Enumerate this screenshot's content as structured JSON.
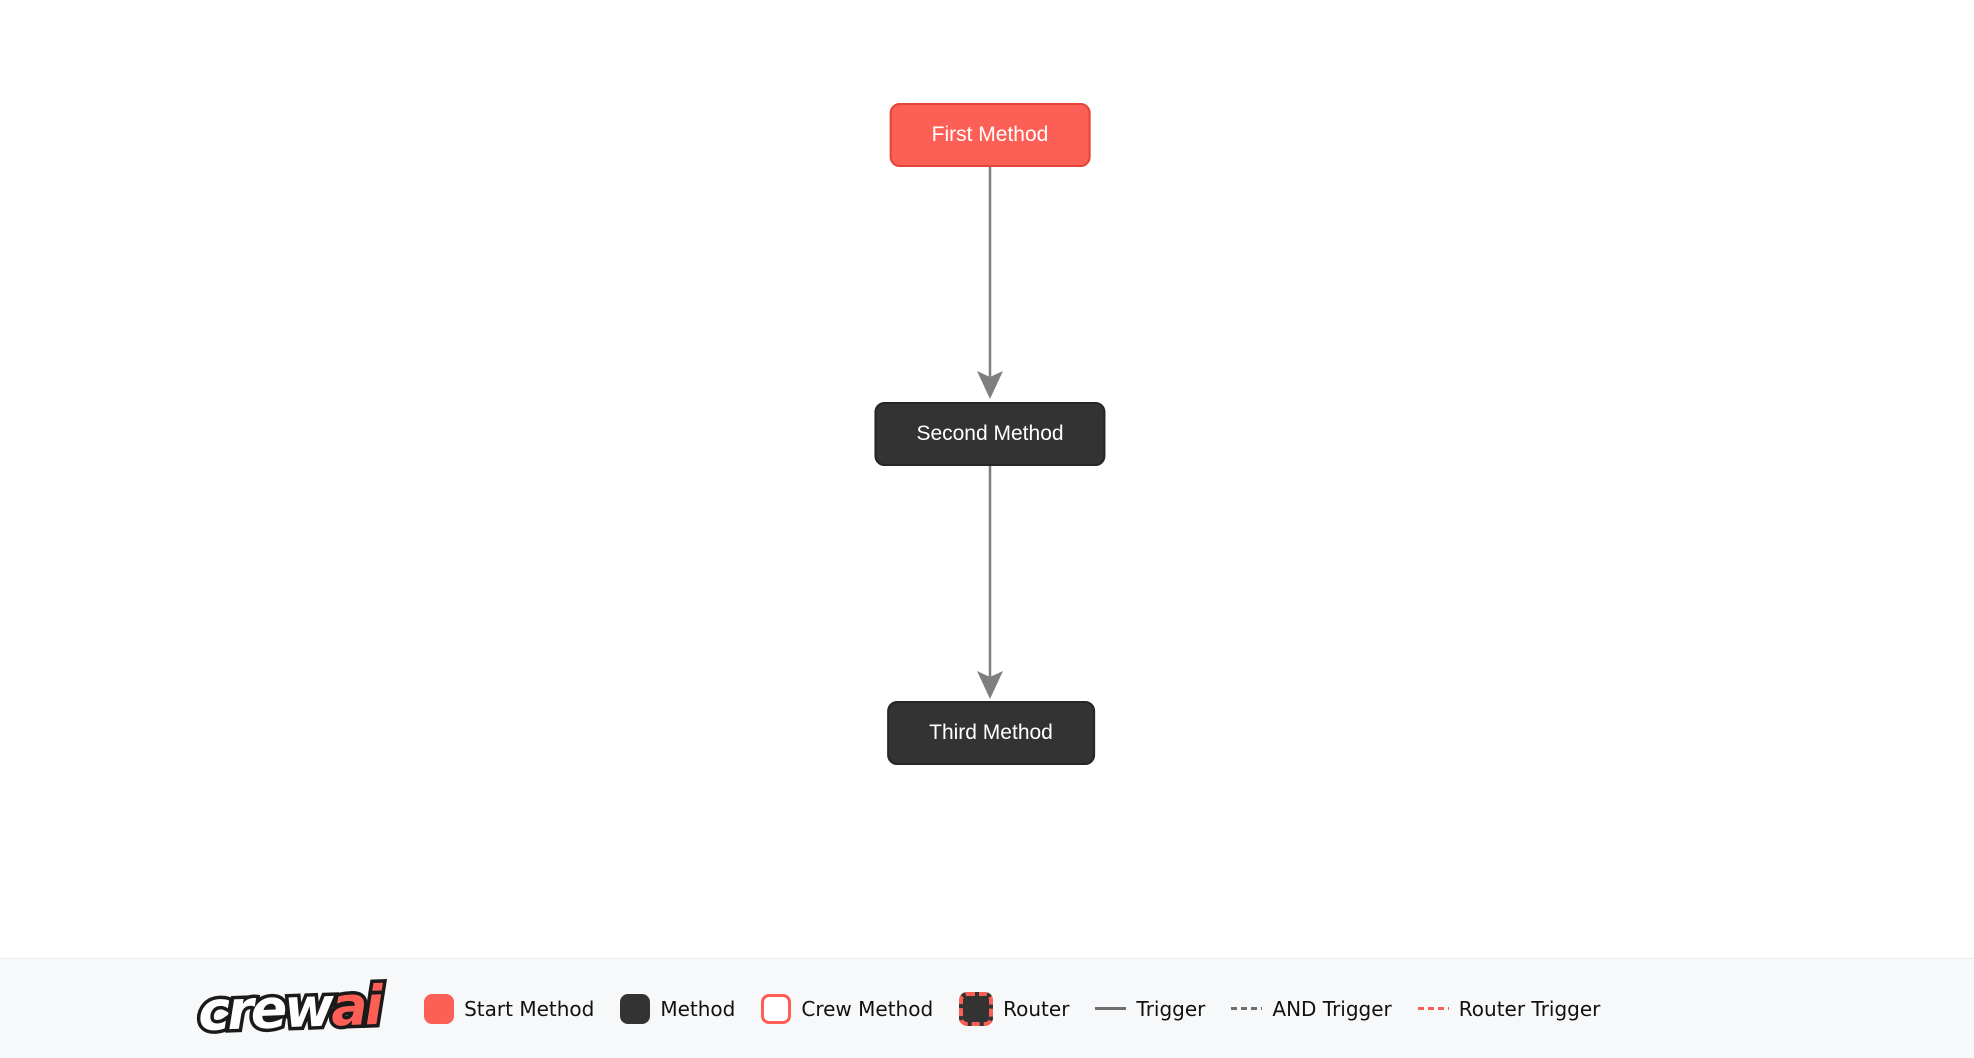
{
  "diagram": {
    "nodes": [
      {
        "id": "first_method",
        "label": "First Method",
        "type": "start-method",
        "color": "#fb5f55"
      },
      {
        "id": "second_method",
        "label": "Second Method",
        "type": "method",
        "color": "#333333"
      },
      {
        "id": "third_method",
        "label": "Third Method",
        "type": "method",
        "color": "#333333"
      }
    ],
    "edges": [
      {
        "from": "first_method",
        "to": "second_method",
        "type": "trigger"
      },
      {
        "from": "second_method",
        "to": "third_method",
        "type": "trigger"
      }
    ]
  },
  "legend": {
    "logo": {
      "crew": "crew",
      "ai": "ai"
    },
    "items": [
      {
        "label": "Start Method",
        "swatch": "start-method-swatch"
      },
      {
        "label": "Method",
        "swatch": "method-swatch"
      },
      {
        "label": "Crew Method",
        "swatch": "crew-method-swatch"
      },
      {
        "label": "Router",
        "swatch": "router-swatch"
      },
      {
        "label": "Trigger",
        "swatch": "trigger-line-swatch"
      },
      {
        "label": "AND Trigger",
        "swatch": "and-trigger-line-swatch"
      },
      {
        "label": "Router Trigger",
        "swatch": "router-trigger-line-swatch"
      }
    ]
  },
  "colors": {
    "start_method_bg": "#fb5f55",
    "start_method_border": "#e6433a",
    "method_bg": "#333333",
    "edge_gray": "#7f7f7f",
    "router_trigger_red": "#fb5f55",
    "legend_bar_bg": "#f7f8f9",
    "node_text": "#ffffff",
    "legend_text": "#111111"
  }
}
